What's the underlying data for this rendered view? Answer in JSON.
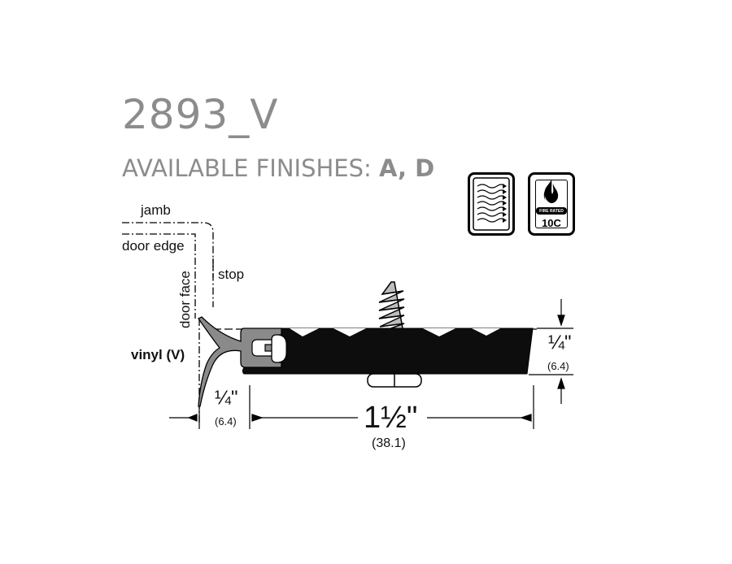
{
  "product": {
    "model": "2893_V",
    "finishes_label": "AVAILABLE FINISHES:",
    "finishes_codes": "A, D"
  },
  "badges": [
    {
      "icon": "airflow-seal-icon"
    },
    {
      "icon": "fire-rated-icon",
      "label": "FIRE RATED",
      "code": "10C"
    }
  ],
  "labels": {
    "jamb": "jamb",
    "door_edge": "door edge",
    "stop": "stop",
    "door_face": "door face",
    "material": "vinyl (V)"
  },
  "dimensions": {
    "thickness_in": "¼\"",
    "thickness_mm": "(6.4)",
    "offset_in": "¼\"",
    "offset_mm": "(6.4)",
    "width_in": "1½\"",
    "width_mm": "(38.1)"
  },
  "colors": {
    "title_gray": "#8c8c8c",
    "body_black": "#111111",
    "vinyl_gray": "#8a8a8a"
  }
}
